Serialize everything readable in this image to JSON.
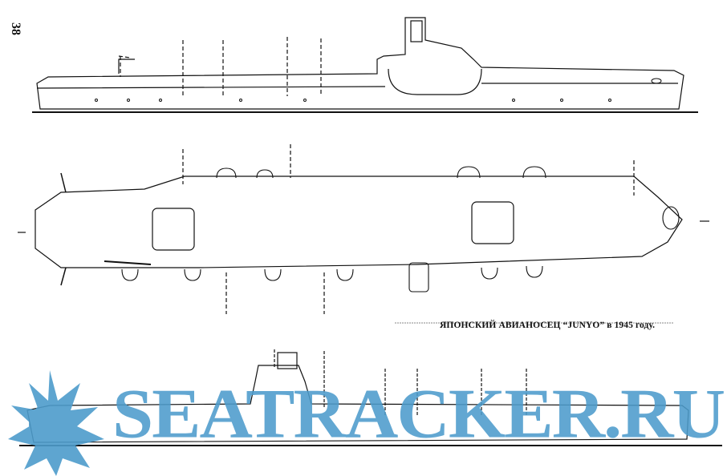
{
  "page_number": "38",
  "caption": "ЯПОНСКИЙ АВИАНОСЕЦ “JUNYO” в 1945 году.",
  "watermark": "SEATRACKER.RU",
  "colors": {
    "ink": "#111111",
    "watermark": "#4d9ccc"
  },
  "views": [
    "side-profile-starboard",
    "flight-deck-plan",
    "side-profile-port"
  ]
}
